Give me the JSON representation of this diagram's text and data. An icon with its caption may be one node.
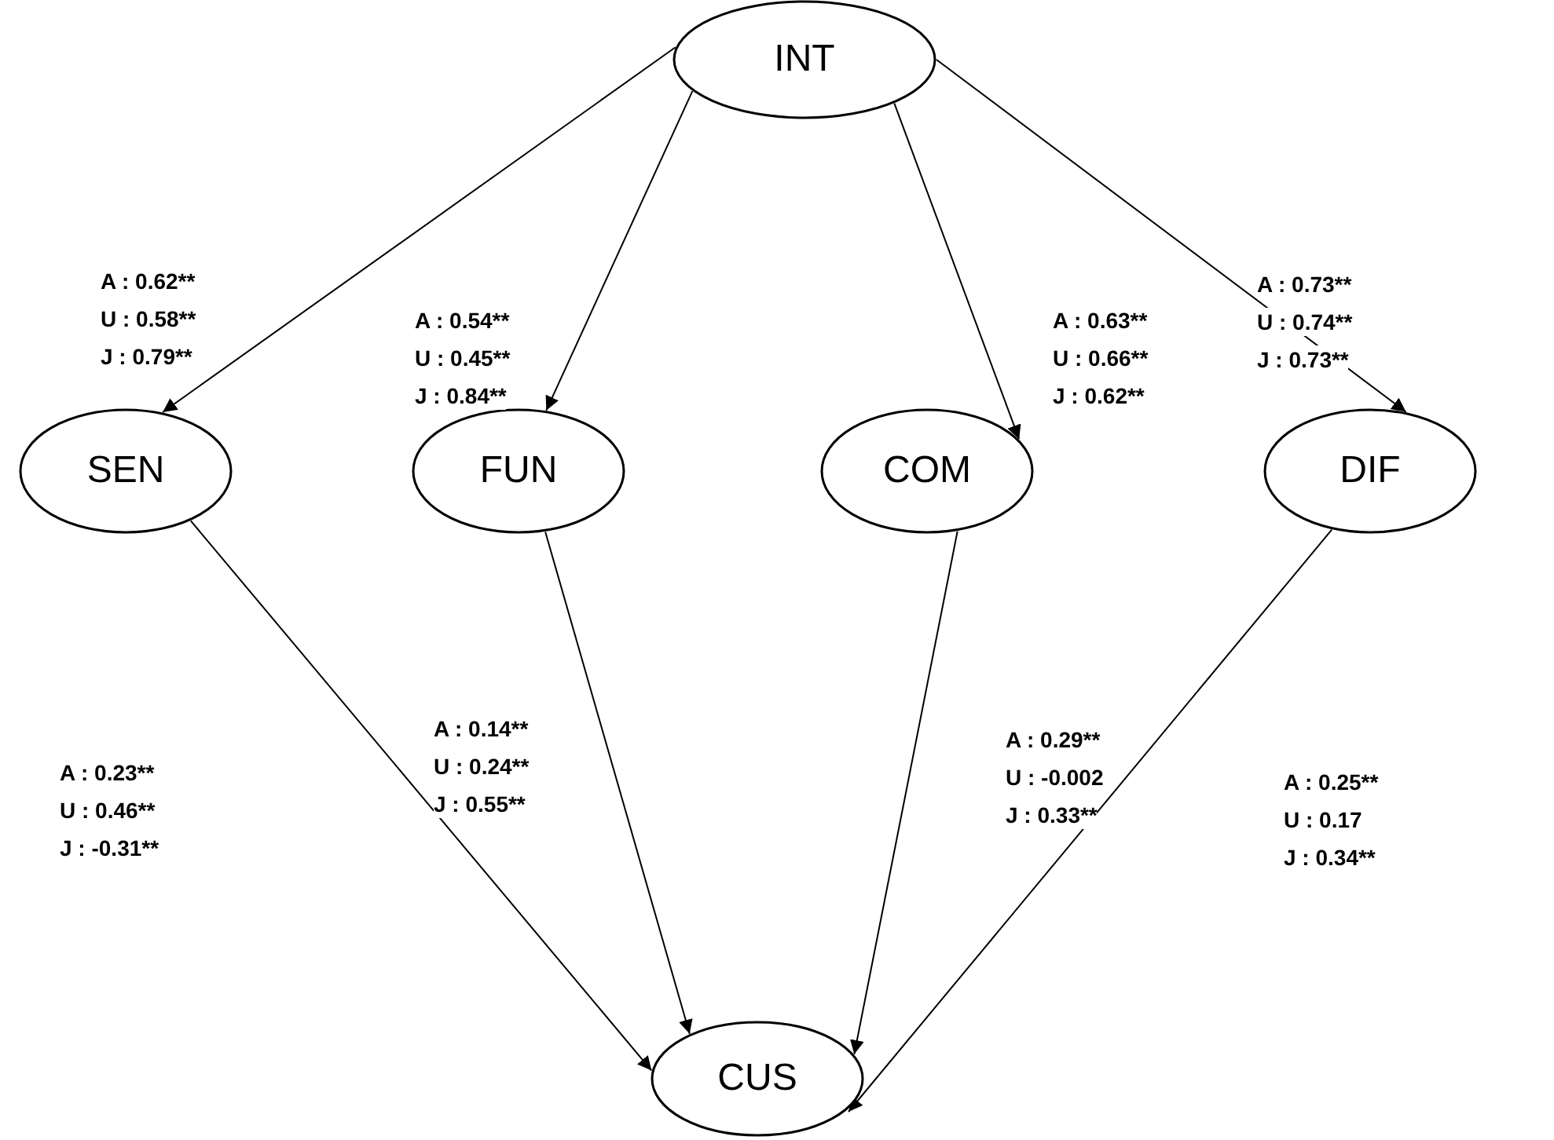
{
  "diagram": {
    "nodes": [
      {
        "text": [
          "INT"
        ]
      },
      {
        "text": [
          "SEN"
        ]
      },
      {
        "text": [
          "FUN"
        ]
      },
      {
        "text": [
          "COM"
        ]
      },
      {
        "text": [
          "DIF"
        ]
      },
      {
        "text": [
          "CUS"
        ]
      }
    ],
    "edges": [
      {
        "from": 0,
        "to": 1,
        "arrow": "to"
      },
      {
        "from": 0,
        "to": 2,
        "arrow": "to"
      },
      {
        "from": 0,
        "to": 3,
        "arrow": "to"
      },
      {
        "from": 0,
        "to": 4,
        "arrow": "to"
      },
      {
        "from": 1,
        "to": 5,
        "arrow": "to"
      },
      {
        "from": 2,
        "to": 5,
        "arrow": "to"
      },
      {
        "from": 3,
        "to": 5,
        "arrow": "to"
      },
      {
        "from": 4,
        "to": 5,
        "arrow": "to"
      }
    ],
    "labels": [
      "A : 0.62**",
      "U : 0.58**",
      "J : 0.79**",
      "A : 0.54**",
      "U : 0.45**",
      "J : 0.84**",
      "A : 0.63**",
      "U : 0.66**",
      "J : 0.62**",
      "A : 0.73**",
      "U : 0.74**",
      "J : 0.73**",
      "A : 0.23**",
      "U : 0.46**",
      "J : -0.31**",
      "A : 0.14**",
      "U : 0.24**",
      "J : 0.55**",
      "A : 0.29**",
      "U : -0.002",
      "J : 0.33**",
      "A : 0.25**",
      "U : 0.17",
      "J : 0.34**"
    ]
  }
}
